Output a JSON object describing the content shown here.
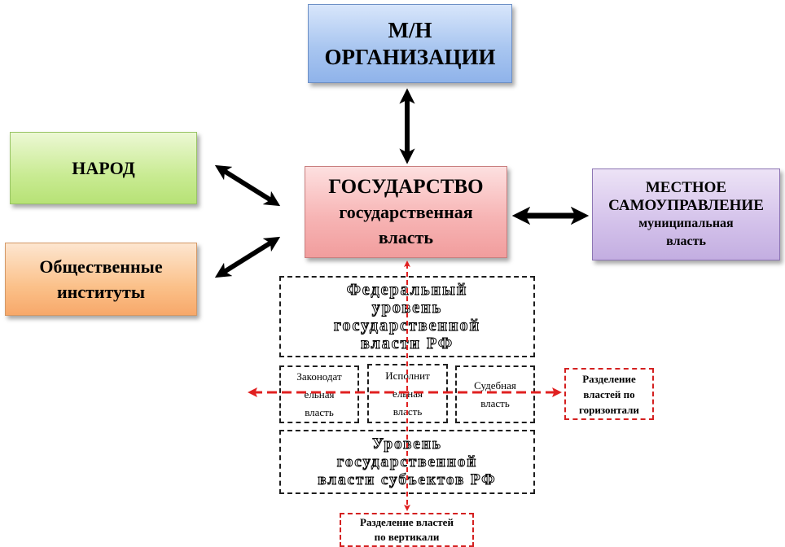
{
  "nodes": {
    "mn": [
      "М/Н",
      "ОРГАНИЗАЦИИ"
    ],
    "narod": [
      "НАРОД"
    ],
    "institutes": [
      "Общественные",
      "институты"
    ],
    "state": [
      "ГОСУДАРСТВО",
      "государственная",
      "власть"
    ],
    "local": [
      "МЕСТНОЕ",
      "САМОУПРАВЛЕНИЕ",
      "муниципальная",
      "власть"
    ],
    "federal": [
      "Федеральный",
      "уровень",
      "государственной",
      "власти РФ"
    ],
    "legislative": [
      "Законодат",
      "ельная",
      "власть"
    ],
    "executive": [
      "Исполнит",
      "ельная",
      "власть"
    ],
    "judicial": [
      "Судебная",
      "власть"
    ],
    "subjects": [
      "Уровень",
      "государственной",
      "власти субъектов РФ"
    ]
  },
  "labels": {
    "horizontal": [
      "Разделение",
      "властей по",
      "горизонтали"
    ],
    "vertical": [
      "Разделение властей",
      "по вертикали"
    ]
  },
  "colors": {
    "arrow": "#000000",
    "separation_arrow": "#e02020"
  }
}
